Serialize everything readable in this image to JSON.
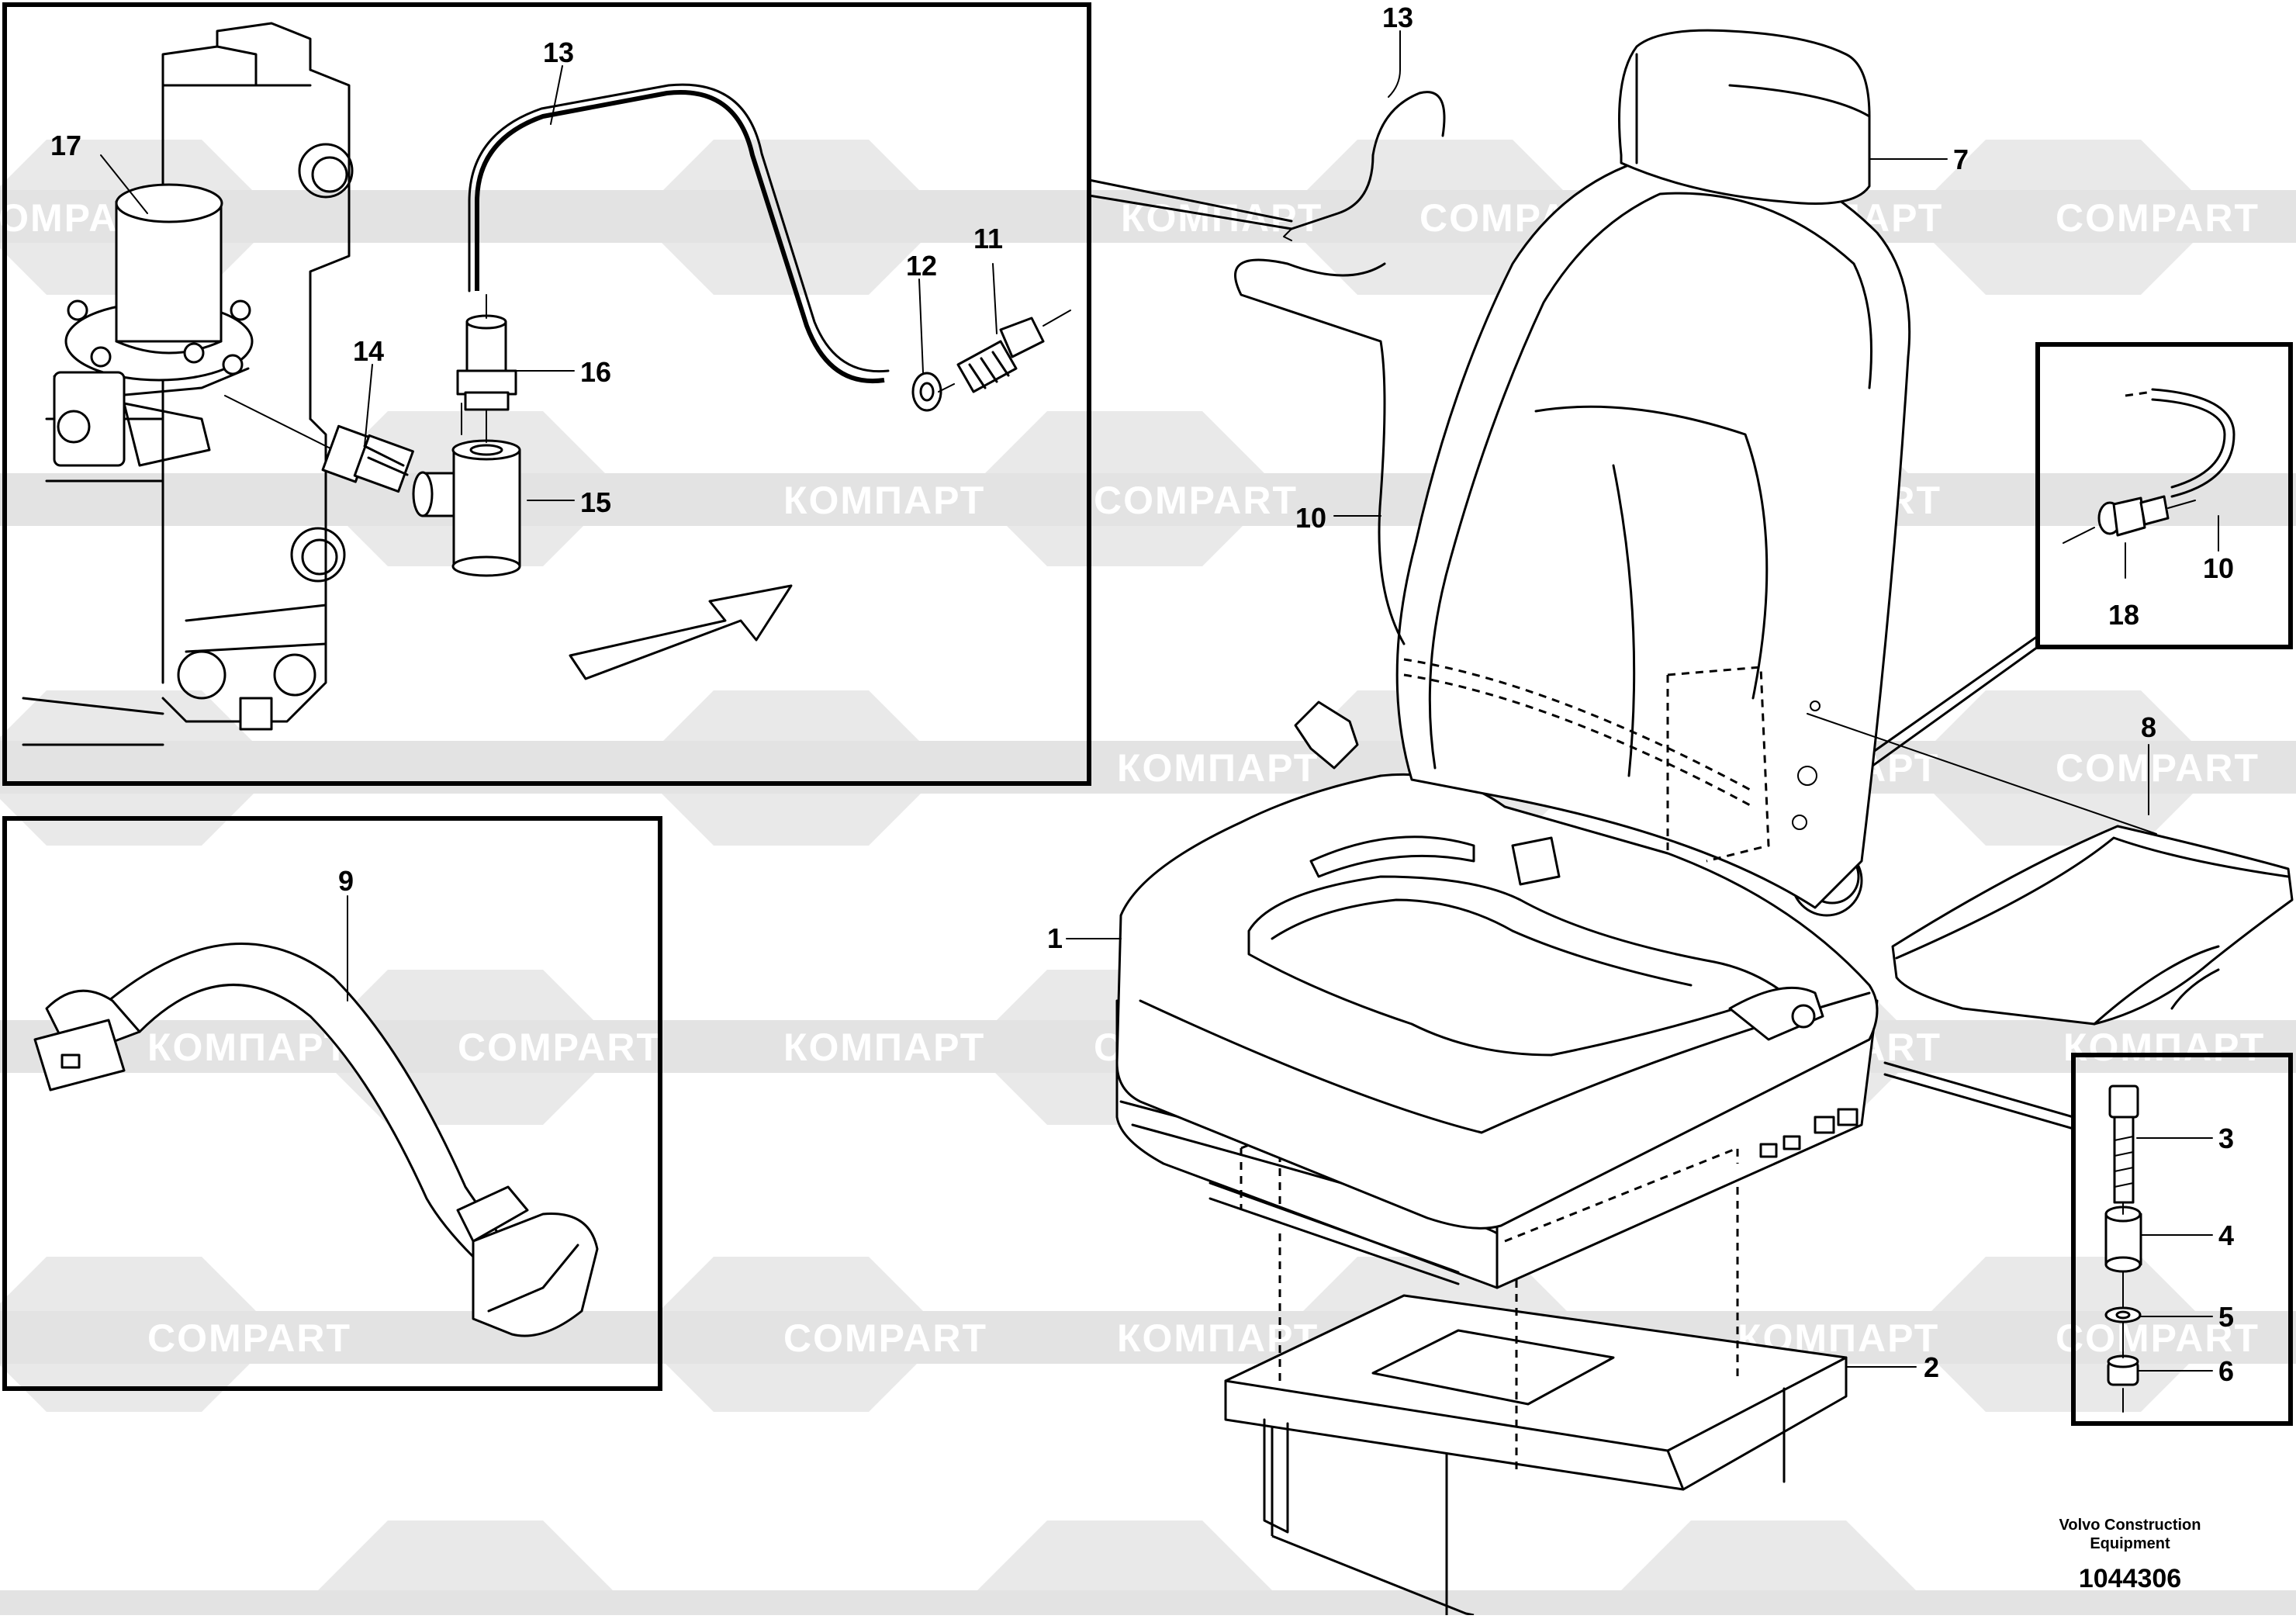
{
  "watermark": {
    "brand_cyrillic": "КОМПАРТ",
    "brand_latin": "COMPART"
  },
  "callouts": {
    "c1": "1",
    "c2": "2",
    "c3": "3",
    "c4": "4",
    "c5": "5",
    "c6": "6",
    "c7": "7",
    "c8": "8",
    "c9": "9",
    "c10": "10",
    "c10b": "10",
    "c11": "11",
    "c12": "12",
    "c13": "13",
    "c13b": "13",
    "c14": "14",
    "c15": "15",
    "c16": "16",
    "c17": "17",
    "c18": "18"
  },
  "caption": {
    "line1": "Volvo Construction",
    "line2": "Equipment",
    "drawing_number": "1044306"
  }
}
